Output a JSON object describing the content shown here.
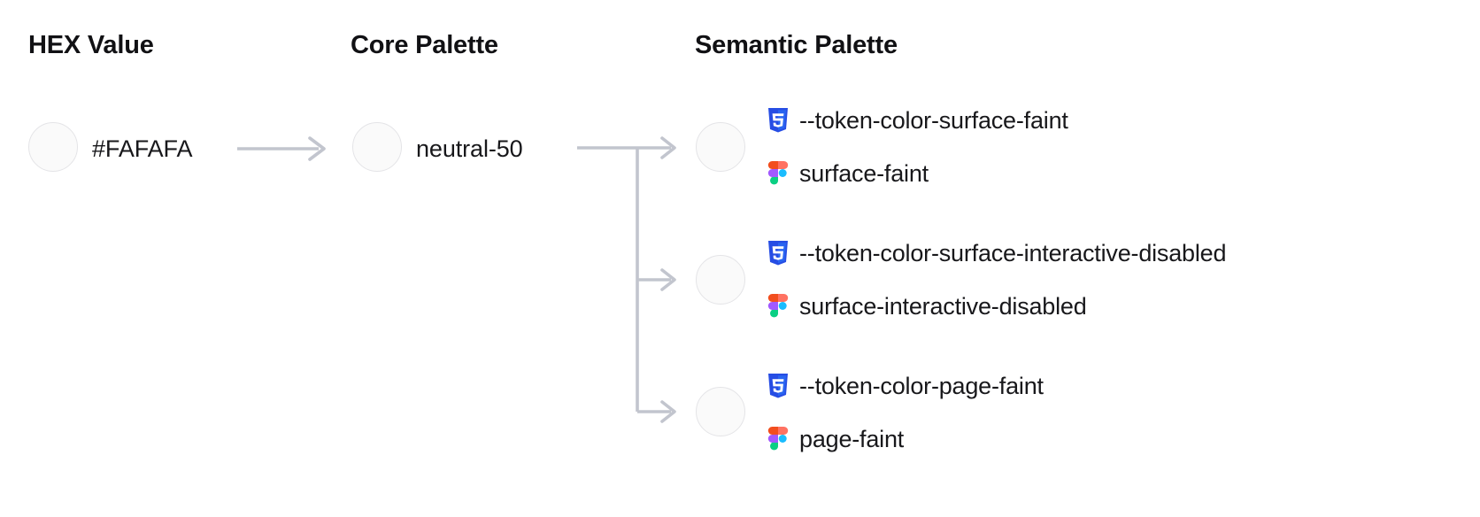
{
  "columns": {
    "hex": "HEX Value",
    "core": "Core Palette",
    "semantic": "Semantic Palette"
  },
  "swatch_color": "#FAFAFA",
  "swatch_border": "#E4E4E7",
  "connector_color": "#C2C5CE",
  "hex": {
    "value": "#FAFAFA"
  },
  "core": {
    "value": "neutral-50"
  },
  "semantic": {
    "rows": [
      {
        "css_icon": "css3-icon",
        "css_token": "--token-color-surface-faint",
        "figma_icon": "figma-icon",
        "figma_token": "surface-faint"
      },
      {
        "css_icon": "css3-icon",
        "css_token": "--token-color-surface-interactive-disabled",
        "figma_icon": "figma-icon",
        "figma_token": "surface-interactive-disabled"
      },
      {
        "css_icon": "css3-icon",
        "css_token": "--token-color-page-faint",
        "figma_icon": "figma-icon",
        "figma_token": "page-faint"
      }
    ]
  },
  "icon_colors": {
    "css3_shield": "#264DE4",
    "css3_shield_dark": "#2965F1",
    "figma_orange": "#F24E1E",
    "figma_red": "#FF7262",
    "figma_purple": "#A259FF",
    "figma_blue": "#1ABCFE",
    "figma_green": "#0ACF83"
  }
}
